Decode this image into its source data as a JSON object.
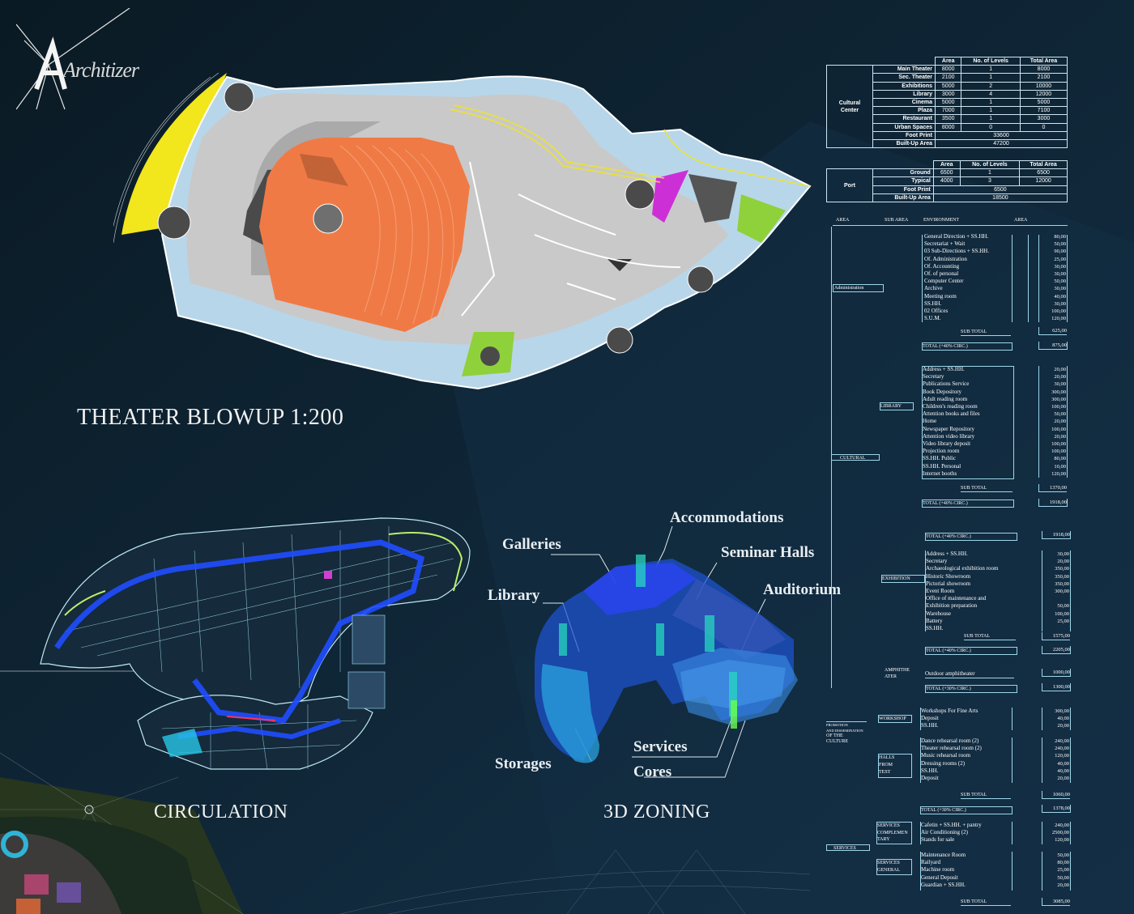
{
  "logo": {
    "text": "Architizer"
  },
  "plans": {
    "theater_title": "THEATER BLOWUP 1:200",
    "circulation_title": "CIRCULATION",
    "zoning_title": "3D ZONING"
  },
  "zoning_labels": {
    "accommodations": "Accommodations",
    "galleries": "Galleries",
    "seminar_halls": "Seminar Halls",
    "auditorium": "Auditorium",
    "library": "Library",
    "services": "Services",
    "cores": "Cores",
    "storages": "Storages"
  },
  "summary_cultural": {
    "headers": [
      "Area",
      "No. of Levels",
      "Total Area"
    ],
    "category": "Cultural Center",
    "rows": [
      [
        "Main Theater",
        "8000",
        "1",
        "8000"
      ],
      [
        "Sec. Theater",
        "2100",
        "1",
        "2100"
      ],
      [
        "Exhibitions",
        "5000",
        "2",
        "10000"
      ],
      [
        "Library",
        "3000",
        "4",
        "12000"
      ],
      [
        "Cinema",
        "5000",
        "1",
        "5000"
      ],
      [
        "Plaza",
        "7000",
        "1",
        "7100"
      ],
      [
        "Restaurant",
        "3500",
        "1",
        "3000"
      ],
      [
        "Urban Spaces",
        "8000",
        "0",
        "0"
      ]
    ],
    "foot_print_label": "Foot Print",
    "foot_print": "33600",
    "built_up_label": "Built-Up Area",
    "built_up": "47200"
  },
  "summary_port": {
    "headers": [
      "Area",
      "No. of Levels",
      "Total Area"
    ],
    "category": "Port",
    "rows": [
      [
        "Ground",
        "6500",
        "1",
        "6500"
      ],
      [
        "Typical",
        "4000",
        "3",
        "12000"
      ]
    ],
    "foot_print_label": "Foot Print",
    "foot_print": "6500",
    "built_up_label": "Built-Up Area",
    "built_up": "18500"
  },
  "program": {
    "header": {
      "area": "AREA",
      "sub_area": "SUB AREA",
      "environment": "ENVIRONMENT",
      "area2": "AREA"
    },
    "administration": {
      "label": "Administration",
      "items": [
        [
          "General Direction + SS.HH.",
          "80,00"
        ],
        [
          "Secretariat + Wait",
          "50,00"
        ],
        [
          "03 Sub-Directions + SS.HH.",
          "90,00"
        ],
        [
          "Of. Administration",
          "25,00"
        ],
        [
          "Of. Accounting",
          "30,00"
        ],
        [
          "Of. of personal",
          "30,00"
        ],
        [
          "Computer Center",
          "50,00"
        ],
        [
          "Archive",
          "30,00"
        ],
        [
          "Meeting room",
          "40,00"
        ],
        [
          "SS.HH.",
          "30,00"
        ],
        [
          "02 Offices",
          "100,00"
        ],
        [
          "S.U.M.",
          "120,00"
        ]
      ],
      "sub_total_label": "SUB TOTAL",
      "sub_total": "625,00",
      "total_label": "TOTAL (+40% CIRC.)",
      "total": "875,00"
    },
    "cultural": {
      "label": "CULTURAL",
      "library_label": "LIBRARY",
      "items": [
        [
          "Address + SS.HH.",
          "20,00"
        ],
        [
          "Secretary",
          "20,00"
        ],
        [
          "Publications Service",
          "30,00"
        ],
        [
          "Book Depository",
          "300,00"
        ],
        [
          "Adult reading room",
          "300,00"
        ],
        [
          "Children's reading room",
          "100,00"
        ],
        [
          "Attention books and files",
          "50,00"
        ],
        [
          "Home",
          "20,00"
        ],
        [
          "Newspaper Repository",
          "100,00"
        ],
        [
          "Attention video library",
          "20,00"
        ],
        [
          "Video library deposit",
          "100,00"
        ],
        [
          "Projection room",
          "100,00"
        ],
        [
          "SS.HH. Public",
          "80,00"
        ],
        [
          "SS.HH. Personal",
          "10,00"
        ],
        [
          "Internet booths",
          "120,00"
        ]
      ],
      "sub_total_label": "SUB TOTAL",
      "sub_total": "1370,00",
      "total_label": "TOTAL (+40% CIRC.)",
      "total": "1918,00"
    },
    "exhibition": {
      "top_total_label": "TOTAL (+40% CIRC.)",
      "top_total": "1918,00",
      "label": "EXHIBITION",
      "items": [
        [
          "Address + SS.HH.",
          "30,00"
        ],
        [
          "Secretary",
          "20,00"
        ],
        [
          "Archaeological exhibition room",
          "350,00"
        ],
        [
          "Historic Showroom",
          "350,00"
        ],
        [
          "Pictorial showroom",
          "350,00"
        ],
        [
          "Event Room",
          "300,00"
        ],
        [
          "Office of maintenance and",
          ""
        ],
        [
          "Exhibition preparation",
          "50,00"
        ],
        [
          "Warehouse",
          "100,00"
        ],
        [
          "Battery",
          "25,00"
        ],
        [
          "SS.HH.",
          ""
        ]
      ],
      "sub_total_label": "SUB TOTAL",
      "sub_total": "1575,00",
      "total_label": "TOTAL (+40% CIRC.)",
      "total": "2205,00"
    },
    "amphitheater": {
      "label_1": "AMPHITHE",
      "label_2": "ATER",
      "item": "Outdoor amphitheater",
      "value": "1000,00",
      "total_label": "TOTAL (+30% CIRC.)",
      "total": "1300,00"
    },
    "promotion": {
      "label_1": "PROMOTION",
      "label_2": "AND DISSEMINATION",
      "label_3": "OF THE",
      "label_4": "CULTURE",
      "workshop_label": "WORKSHOP",
      "workshop_items": [
        [
          "Workshops For Fine Arts",
          "300,00"
        ],
        [
          "Deposit",
          "40,00"
        ],
        [
          "SS.HH.",
          "20,00"
        ]
      ],
      "halls_label_1": "HALLS",
      "halls_label_2": "FROM",
      "halls_label_3": "TEST",
      "halls_items": [
        [
          "Dance rehearsal room (2)",
          "240,00"
        ],
        [
          "Theater rehearsal room (2)",
          "240,00"
        ],
        [
          "Music rehearsal room",
          "120,00"
        ],
        [
          "Dressing rooms (2)",
          "40,00"
        ],
        [
          "SS.HH.",
          "40,00"
        ],
        [
          "Deposit",
          "20,00"
        ]
      ],
      "sub_total_label": "SUB TOTAL",
      "sub_total": "1060,00",
      "total_label": "TOTAL (+30% CIRC.)",
      "total": "1378,00"
    },
    "services": {
      "label": "SERVICES",
      "comp_label_1": "SERVICES",
      "comp_label_2": "COMPLEMEN",
      "comp_label_3": "TARY",
      "comp_items": [
        [
          "Cafetin + SS.HH. + pantry",
          "240,00"
        ],
        [
          "Air Conditioning (2)",
          "2500,00"
        ],
        [
          "Stands for sale",
          "120,00"
        ]
      ],
      "gen_label_1": "SERVICES",
      "gen_label_2": "GENERAL",
      "gen_items": [
        [
          "Maintenance Room",
          "50,00"
        ],
        [
          "Railyard",
          "80,00"
        ],
        [
          "Machine room",
          "25,00"
        ],
        [
          "General Deposit",
          "50,00"
        ],
        [
          "Guardian + SS.HH.",
          "20,00"
        ]
      ],
      "sub_total_label": "SUB TOTAL",
      "sub_total": "3085,00"
    }
  },
  "colors": {
    "background": "#0b1c27",
    "accent": "#9fd6ea",
    "theater": "#f07a45",
    "plaza": "#8fd13a",
    "yellow": "#f2e61c"
  }
}
